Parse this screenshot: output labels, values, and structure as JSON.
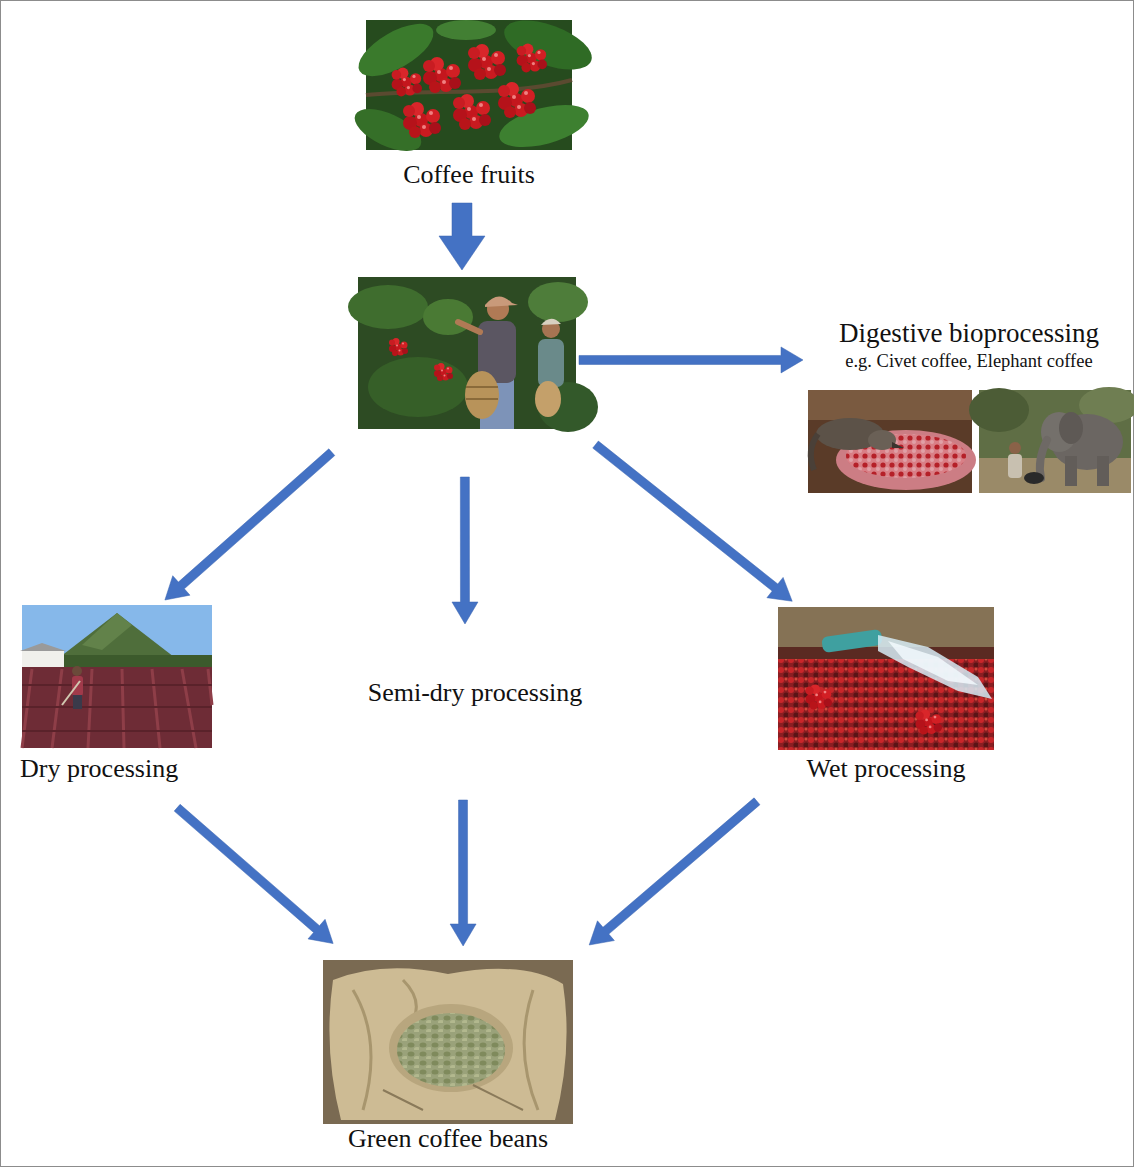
{
  "diagram": {
    "nodes": [
      {
        "text": [
          "Coffee fruits"
        ]
      },
      {
        "text": []
      },
      {
        "text": [
          "Digestive bioprocessing",
          "e.g. Civet coffee, Elephant coffee"
        ]
      },
      {
        "text": [
          "Dry processing"
        ]
      },
      {
        "text": [
          "Semi-dry processing"
        ]
      },
      {
        "text": [
          "Wet processing"
        ]
      },
      {
        "text": [
          "Green coffee beans"
        ]
      }
    ],
    "edges": [
      {
        "from": 0,
        "to": 1,
        "arrow": "to"
      },
      {
        "from": 1,
        "to": 2,
        "arrow": "to"
      },
      {
        "from": 1,
        "to": 3,
        "arrow": "to"
      },
      {
        "from": 1,
        "to": 4,
        "arrow": "to"
      },
      {
        "from": 1,
        "to": 5,
        "arrow": "to"
      },
      {
        "from": 3,
        "to": 6,
        "arrow": "to"
      },
      {
        "from": 4,
        "to": 6,
        "arrow": "to"
      },
      {
        "from": 5,
        "to": 6,
        "arrow": "to"
      }
    ]
  }
}
